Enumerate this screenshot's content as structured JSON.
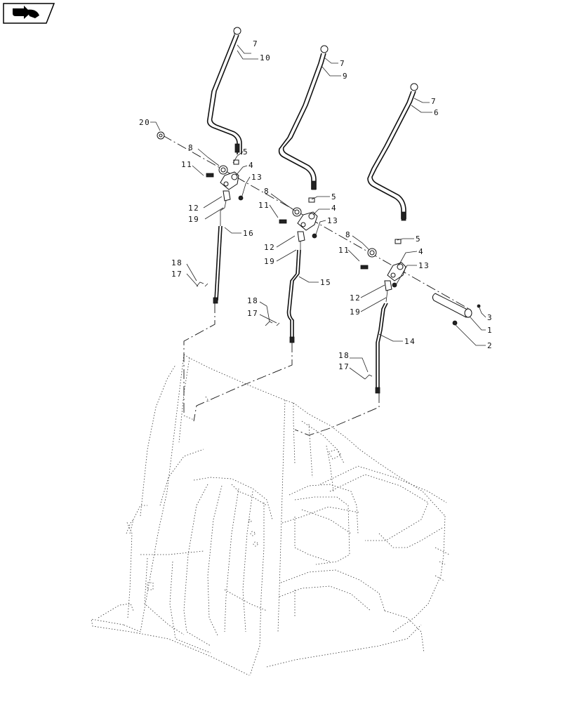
{
  "callouts": {
    "c1": "1",
    "c2": "2",
    "c3": "3",
    "c4a": "4",
    "c4b": "4",
    "c4c": "4",
    "c5a": "5",
    "c5b": "5",
    "c5c": "5",
    "c6": "6",
    "c7a": "7",
    "c7b": "7",
    "c7c": "7",
    "c8a": "8",
    "c8b": "8",
    "c8c": "8",
    "c9": "9",
    "c10": "10",
    "c11a": "11",
    "c11b": "11",
    "c11c": "11",
    "c12a": "12",
    "c12b": "12",
    "c12c": "12",
    "c13a": "13",
    "c13b": "13",
    "c13c": "13",
    "c14": "14",
    "c15": "15",
    "c16": "16",
    "c17a": "17",
    "c17b": "17",
    "c17c": "17",
    "c18a": "18",
    "c18b": "18",
    "c18c": "18",
    "c19a": "19",
    "c19b": "19",
    "c19c": "19",
    "c20": "20"
  },
  "icons": {
    "nav": "back-arrow-icon"
  }
}
